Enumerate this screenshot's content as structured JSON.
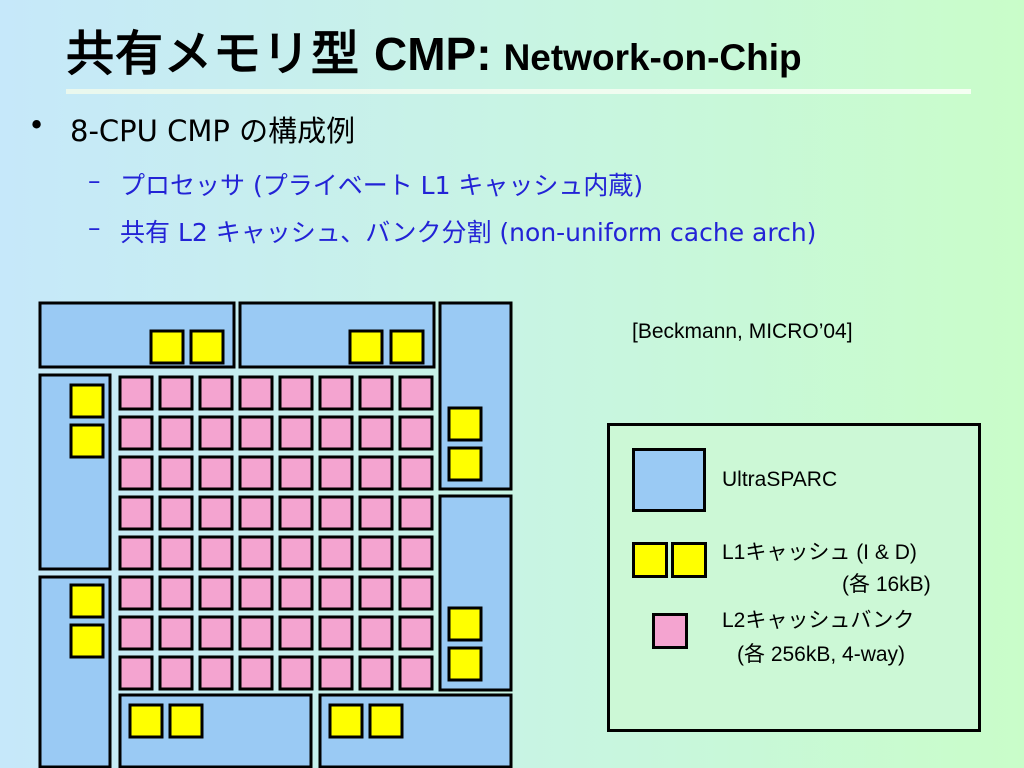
{
  "title": {
    "japanese": "共有メモリ型",
    "cmp": "CMP:",
    "noc": "Network-on-Chip"
  },
  "bullet": {
    "marker": "•",
    "text": "8-CPU CMP の構成例"
  },
  "sub_items": [
    {
      "dash": "–",
      "text": "プロセッサ (プライベート L1 キャッシュ内蔵)"
    },
    {
      "dash": "–",
      "text": "共有 L2 キャッシュ、バンク分割 (non-uniform cache arch)"
    }
  ],
  "reference": "[Beckmann, MICRO’04]",
  "legend": {
    "cpu_label": "UltraSPARC",
    "l1_label": "L1キャッシュ (I & D)",
    "l1_size": "(各 16kB)",
    "l2_label": "L2キャッシュバンク",
    "l2_size": "(各 256kB, 4-way)"
  },
  "colors": {
    "cpu": "#9acaf4",
    "l1_cache": "#ffff00",
    "l2_bank": "#f4a4d0",
    "subtext": "#2323d6",
    "legend_bg": "#ccf8d6"
  },
  "diagram": {
    "processors": 8,
    "l1_caches_per_processor": 2,
    "l2_bank_grid": {
      "rows": 8,
      "cols": 8
    }
  }
}
